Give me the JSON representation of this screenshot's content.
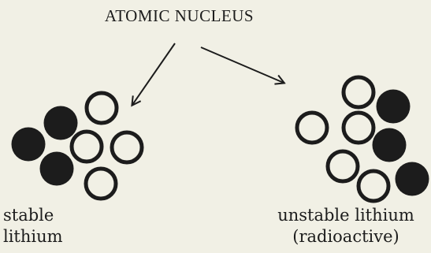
{
  "title": "ATOMIC NUCLEUS",
  "stable_label": [
    "stable",
    "lithium"
  ],
  "unstable_label": [
    "unstable lithium",
    "(radioactive)"
  ],
  "colors": {
    "ink": "#1c1c1c",
    "paper": "#f1f0e5",
    "proton": "#1c1c1c",
    "neutron": "#f1f0e5"
  },
  "particle_types": [
    "proton",
    "neutron"
  ],
  "nuclei": [
    {
      "name": "stable-lithium",
      "particles": [
        "proton",
        "proton",
        "proton",
        "neutron",
        "neutron",
        "neutron",
        "neutron"
      ],
      "proton_count": 3,
      "neutron_count": 4
    },
    {
      "name": "unstable-lithium",
      "particles": [
        "neutron",
        "proton",
        "neutron",
        "neutron",
        "proton",
        "neutron",
        "neutron",
        "proton"
      ],
      "proton_count": 3,
      "neutron_count": 5
    }
  ]
}
